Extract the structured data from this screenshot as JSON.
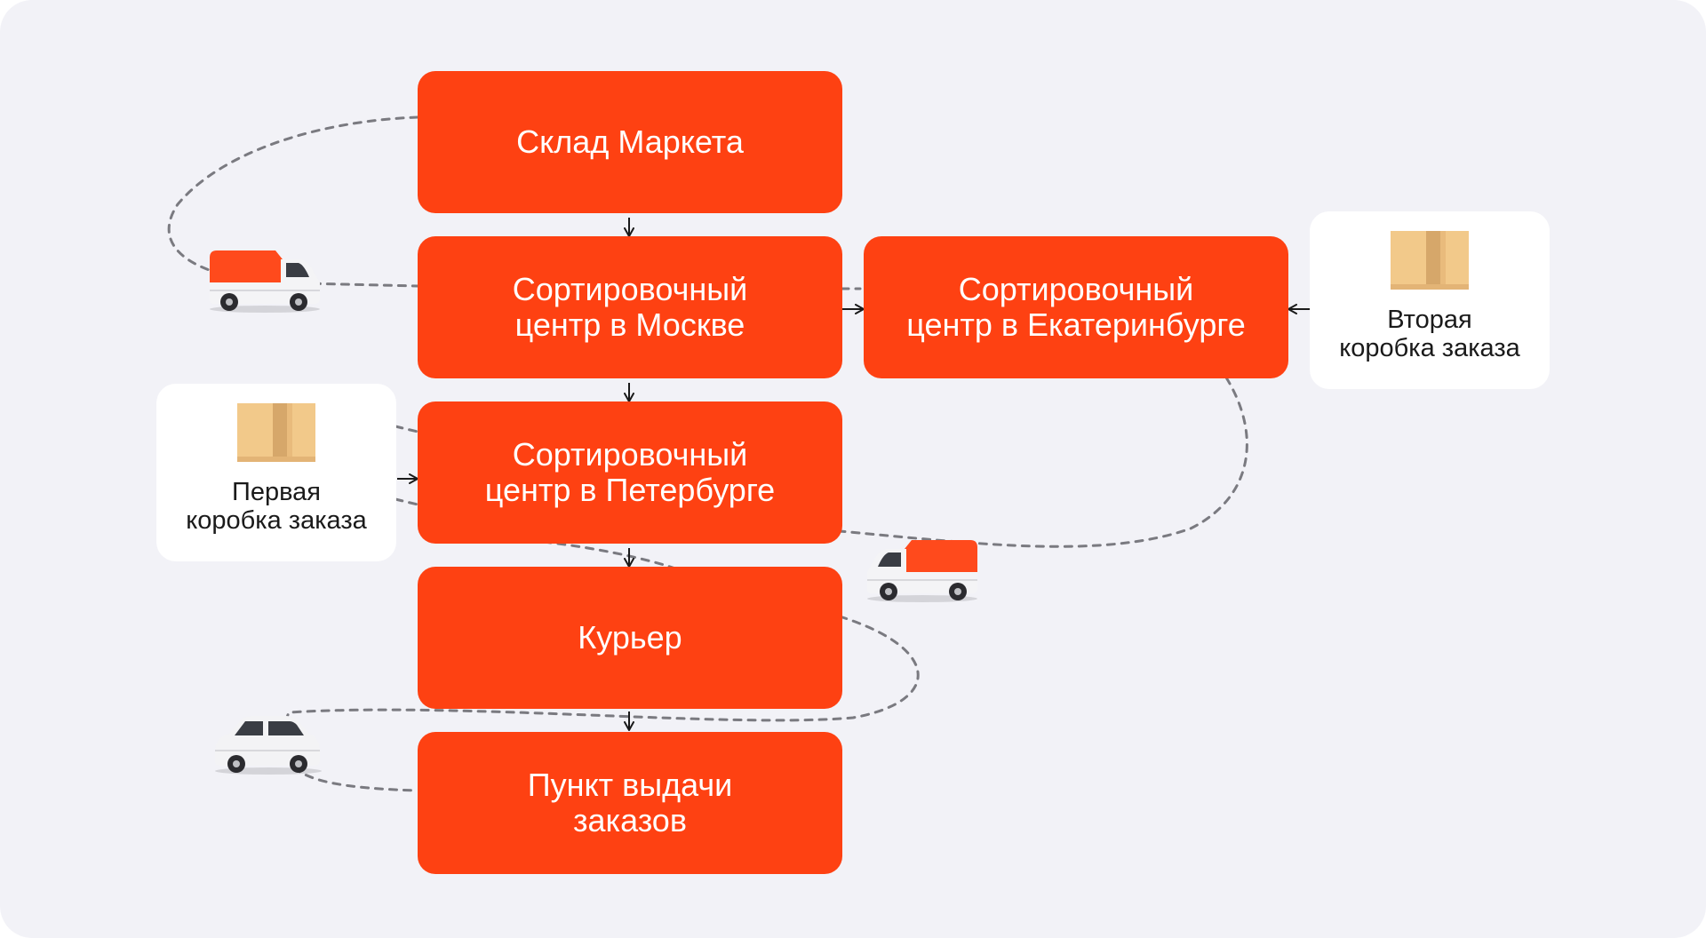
{
  "nodes": {
    "warehouse": "Склад Маркета",
    "moscow": "Сортировочный\nцентр в Москве",
    "ekaterinburg": "Сортировочный\nцентр в Екатеринбурге",
    "petersburg": "Сортировочный\nцентр в Петербурге",
    "courier": "Курьер",
    "pickup": "Пункт выдачи\nзаказов"
  },
  "cards": {
    "first_box": "Первая\nкоробка заказа",
    "second_box": "Вторая\nкоробка заказа"
  },
  "icons": {
    "box": "cardboard-box-icon",
    "van": "delivery-van-icon",
    "car": "passenger-car-icon"
  },
  "colors": {
    "background": "#f2f2f7",
    "node": "#fe4112",
    "node_text": "#ffffff",
    "card": "#ffffff",
    "dashed_route": "#7a7a80",
    "arrow": "#1a1a1a"
  }
}
